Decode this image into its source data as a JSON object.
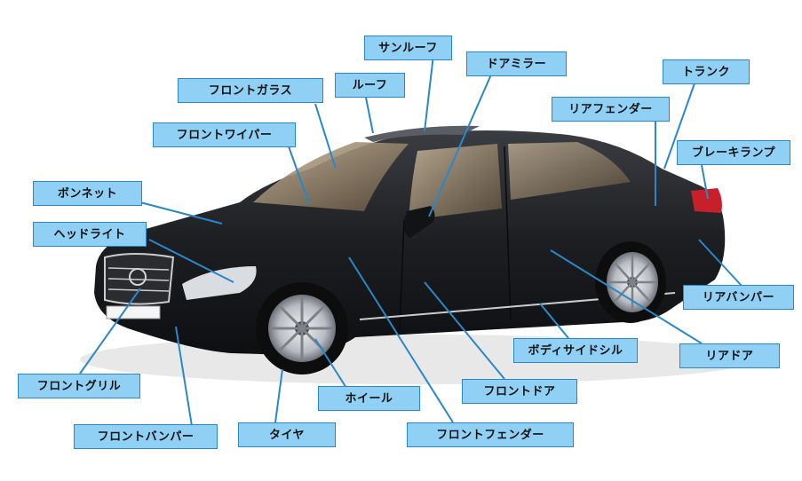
{
  "labels": {
    "sunroof": "サンルーフ",
    "door_mirror": "ドアミラー",
    "trunk": "トランク",
    "front_glass": "フロントガラス",
    "roof": "ルーフ",
    "rear_fender": "リアフェンダー",
    "front_wiper": "フロントワイパー",
    "brake_lamp": "ブレーキランプ",
    "bonnet": "ボンネット",
    "headlight": "ヘッドライト",
    "rear_bumper": "リアバンパー",
    "body_side_sill": "ボディサイドシル",
    "rear_door": "リアドア",
    "front_grille": "フロントグリル",
    "front_door": "フロントドア",
    "wheel": "ホイール",
    "front_bumper": "フロントバンパー",
    "tire": "タイヤ",
    "front_fender": "フロントフェンダー"
  },
  "colors": {
    "label_fill": "#8fd0f4",
    "label_border": "#2a87c8",
    "leader_line": "#2a87c8",
    "car_body": "#1b1d20"
  }
}
